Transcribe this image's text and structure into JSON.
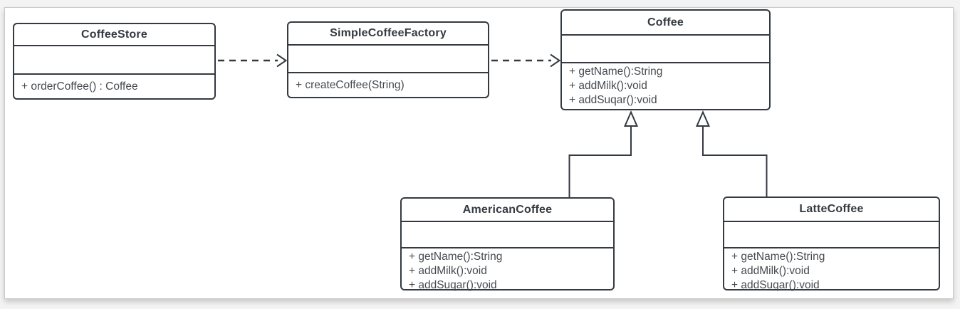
{
  "diagram": {
    "type": "uml-class-diagram",
    "classes": [
      {
        "name": "CoffeeStore",
        "attributes": [],
        "methods": [
          "+ orderCoffee() : Coffee"
        ]
      },
      {
        "name": "SimpleCoffeeFactory",
        "attributes": [],
        "methods": [
          "+ createCoffee(String)"
        ]
      },
      {
        "name": "Coffee",
        "attributes": [],
        "methods": [
          "+ getName():String",
          "+ addMilk():void",
          "+ addSuqar():void"
        ]
      },
      {
        "name": "AmericanCoffee",
        "attributes": [],
        "methods": [
          "+ getName():String",
          "+ addMilk():void",
          "+ addSuqar():void"
        ]
      },
      {
        "name": "LatteCoffee",
        "attributes": [],
        "methods": [
          "+ getName():String",
          "+ addMilk():void",
          "+ addSuqar():void"
        ]
      }
    ],
    "relations": [
      {
        "from": "CoffeeStore",
        "to": "SimpleCoffeeFactory",
        "type": "dependency",
        "arrow": "dashed-open-arrow"
      },
      {
        "from": "SimpleCoffeeFactory",
        "to": "Coffee",
        "type": "dependency",
        "arrow": "dashed-open-arrow"
      },
      {
        "from": "AmericanCoffee",
        "to": "Coffee",
        "type": "generalization",
        "arrow": "solid-hollow-triangle"
      },
      {
        "from": "LatteCoffee",
        "to": "Coffee",
        "type": "generalization",
        "arrow": "solid-hollow-triangle"
      }
    ],
    "colors": {
      "stroke": "#343a40",
      "node_fill": "#ffffff",
      "title_text": "#343a40",
      "member_text": "#464b50",
      "canvas_fill": "#ffffff",
      "canvas_border": "#c9c9c9",
      "page_bg": "#f3f3f3"
    }
  }
}
